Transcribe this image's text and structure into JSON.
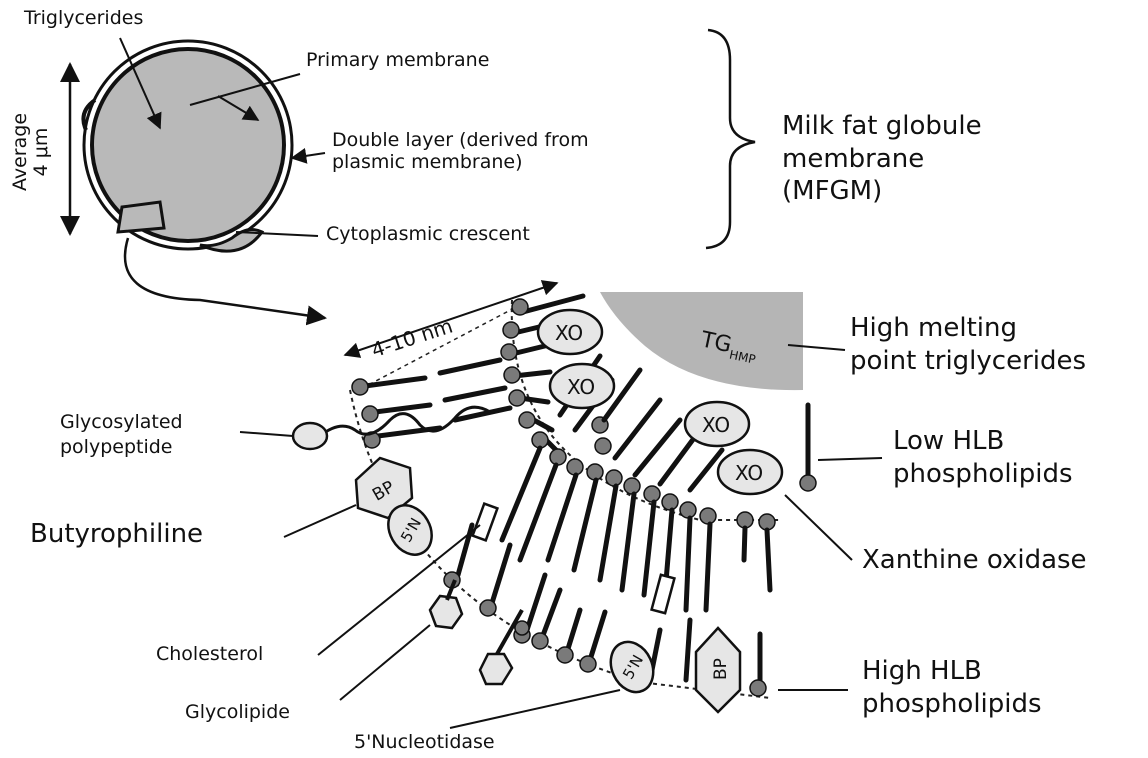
{
  "globule": {
    "triglycerides": "Triglycerides",
    "primary_membrane": "Primary membrane",
    "double_layer_line1": "Double layer (derived from",
    "double_layer_line2": "plasmic membrane)",
    "cytoplasmic_crescent": "Cytoplasmic  crescent",
    "size_line1": "Average",
    "size_line2": "4 μm"
  },
  "mfgm": {
    "line1": "Milk fat globule",
    "line2": "membrane",
    "line3": "(MFGM)"
  },
  "membrane": {
    "thickness": "4-10 nm",
    "tg_label": "TG",
    "tg_sub": "HMP",
    "xo": "XO",
    "bp": "BP",
    "five_n": "5'N"
  },
  "labels": {
    "high_melting_line1": "High melting",
    "high_melting_line2": "point triglycerides",
    "glycosylated_line1": "Glycosylated",
    "glycosylated_line2": "polypeptide",
    "low_hlb_line1": "Low HLB",
    "low_hlb_line2": "phospholipids",
    "butyrophiline": "Butyrophiline",
    "xanthine_oxidase": "Xanthine oxidase",
    "cholesterol": "Cholesterol",
    "high_hlb_line1": "High HLB",
    "high_hlb_line2": "phospholipids",
    "glycolipide": "Glycolipide",
    "nucleotidase": "5'Nucleotidase"
  },
  "colors": {
    "fill_gray": "#b8b8b8",
    "head_gray": "#7a7a7a",
    "shape_fill": "#e6e6e6",
    "ink": "#111111"
  }
}
